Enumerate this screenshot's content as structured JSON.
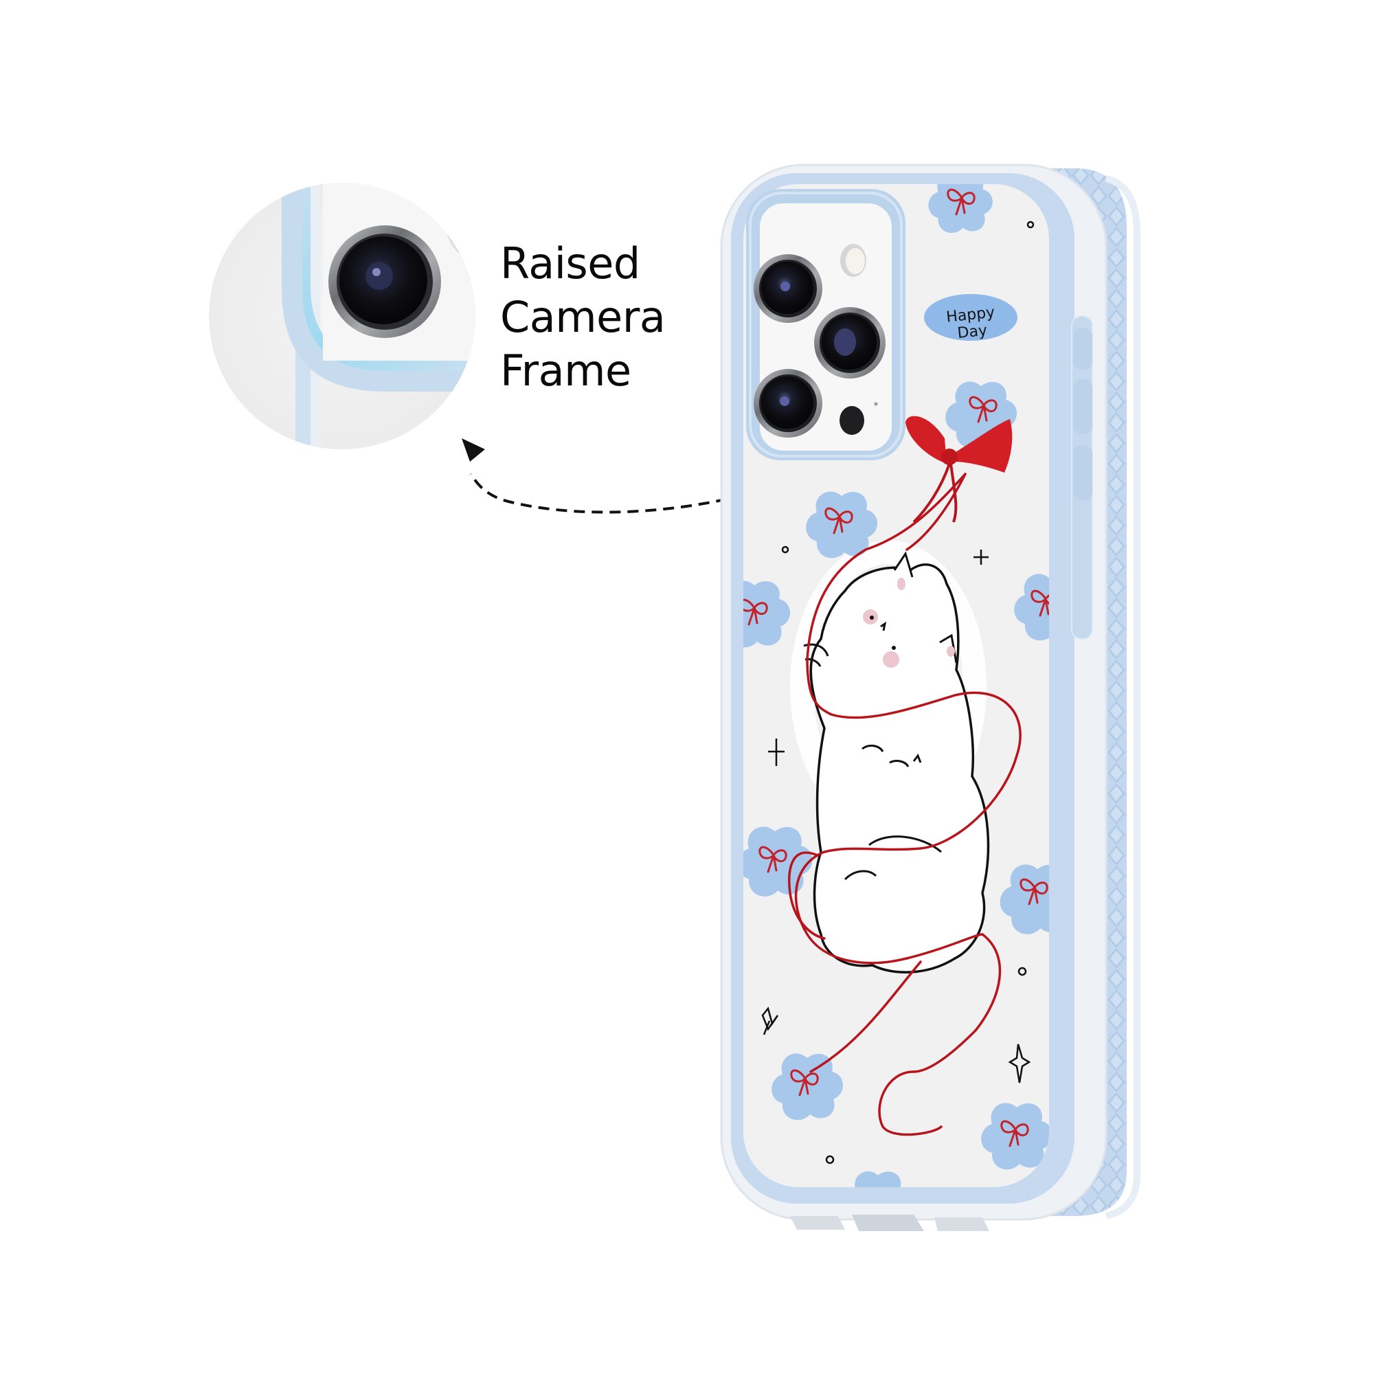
{
  "callout": {
    "lines": [
      "Raised",
      "Camera",
      "Frame"
    ]
  },
  "case_badge": {
    "text": "Happy Day"
  },
  "colors": {
    "frame_blue": "#bcd3ec",
    "bumper_blue": "#c6d9ee",
    "flower_blue": "#a7c8ea",
    "ribbon_red": "#d21f25",
    "string_red": "#b8141c",
    "badge_blue": "#8fb9e8",
    "lens_ring": "#8b8d91",
    "panel_bg": "#f1f1f2"
  },
  "icons": {
    "arrow": "dashed-curved-arrow",
    "zoom_circle": "magnifier-detail-circle"
  }
}
